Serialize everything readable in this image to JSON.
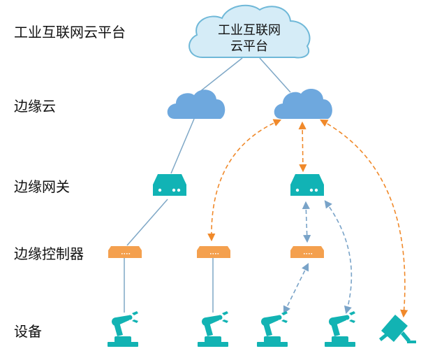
{
  "tiers": {
    "platform": "工业互联网云平台",
    "edge_cloud": "边缘云",
    "edge_gateway": "边缘网关",
    "edge_controller": "边缘控制器",
    "device": "设备"
  },
  "platform_cloud": {
    "line1": "工业互联网",
    "line2": "云平台"
  },
  "colors": {
    "platform_cloud_fill": "#d5ecf7",
    "platform_cloud_stroke": "#6fb8d8",
    "edge_cloud_fill": "#6ea8de",
    "gateway_fill": "#11b3b5",
    "controller_fill": "#f4a04e",
    "robot_fill": "#12b3b3",
    "solid_link": "#7ea7c6",
    "orange_dashed": "#f0892a",
    "blue_dashed": "#79a3c8"
  },
  "icons": {
    "platform": "cloud-icon",
    "edge_cloud": "cloud-icon",
    "edge_gateway": "gateway-icon",
    "edge_controller": "controller-icon",
    "device_robot": "robot-arm-icon",
    "device_camera": "camera-icon"
  }
}
